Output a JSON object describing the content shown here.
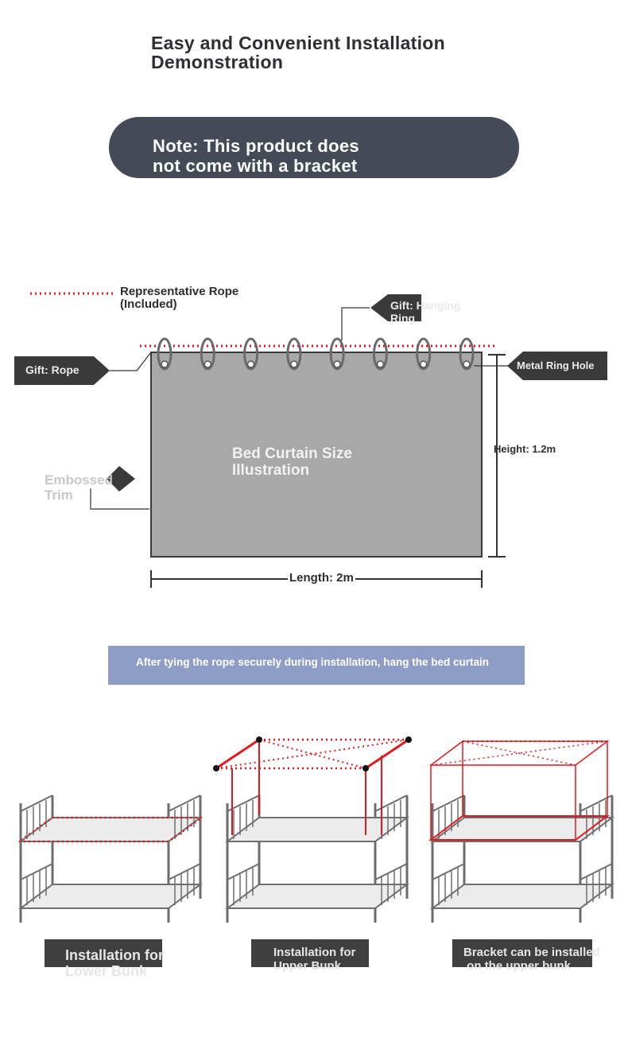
{
  "header": {
    "title": "Easy and Convenient Installation\n Demonstration"
  },
  "note": {
    "text": "Note: This product does\n not come with a bracket"
  },
  "diagram": {
    "rope_legend": "Representative Rope\n (Included)",
    "gift_hanging_ring": "Gift: Hanging\n Ring",
    "gift_rope": "Gift: Rope",
    "metal_ring_hole": "Metal Ring Hole",
    "curtain_title": "Bed Curtain Size\n Illustration",
    "height_label": "Height: 1.2m",
    "embossed_trim": "Embossed\n Trim",
    "length_label": "Length: 2m",
    "ring_count": 8,
    "colors": {
      "curtain": "#a8a8a8",
      "rope": "#e0191e",
      "tag": "#3a3a3a"
    }
  },
  "instruction": {
    "text": "After tying the rope securely during installation, hang the bed curtain"
  },
  "installations": [
    {
      "caption": "Installation for\n Lower Bunk"
    },
    {
      "caption": "Installation for\n Upper Bunk"
    },
    {
      "caption": "Bracket can be installed\n on the upper bunk"
    }
  ]
}
